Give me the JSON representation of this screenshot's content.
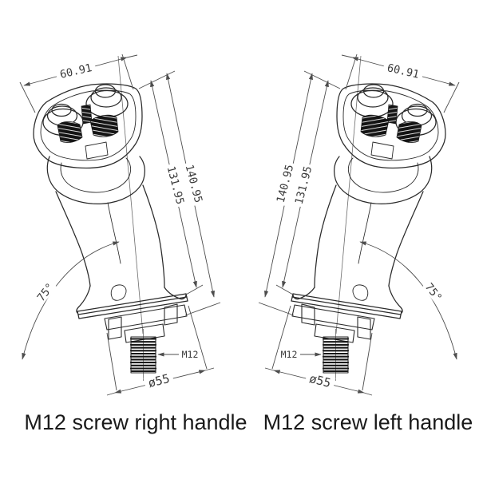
{
  "title": "Joystick handle technical drawing",
  "colors": {
    "background": "#ffffff",
    "line": "#2a2a2a",
    "dim_line": "#4d4d4d",
    "text": "#1a1a1a"
  },
  "figures": [
    {
      "id": "right-handle",
      "caption": "M12 screw right handle",
      "dims": {
        "top_width": "60.91",
        "length_outer": "140.95",
        "length_inner": "131.95",
        "angle": "75°",
        "thread": "M12",
        "diameter": "ø55"
      }
    },
    {
      "id": "left-handle",
      "caption": "M12 screw left handle",
      "dims": {
        "top_width": "60.91",
        "length_outer": "140.95",
        "length_inner": "131.95",
        "angle": "75°",
        "thread": "M12",
        "diameter": "ø55"
      }
    }
  ]
}
